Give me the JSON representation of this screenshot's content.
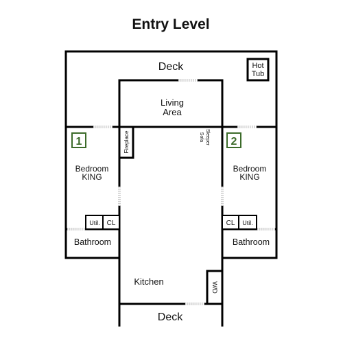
{
  "title": "Entry Level",
  "rooms": {
    "deck_top": "Deck",
    "hot_tub": [
      "Hot",
      "Tub"
    ],
    "living": [
      "Living",
      "Area"
    ],
    "sleeper_sofa": [
      "Sleeper",
      "Sofa"
    ],
    "fireplace": "Fireplace",
    "bedroom1_badge": "1",
    "bedroom1": [
      "Bedroom",
      "KING"
    ],
    "bedroom2_badge": "2",
    "bedroom2": [
      "Bedroom",
      "KING"
    ],
    "util_left": "Util.",
    "cl_left": "CL",
    "util_right": "Util.",
    "cl_right": "CL",
    "bath_left": "Bathroom",
    "bath_right": "Bathroom",
    "kitchen": "Kitchen",
    "wd": "W/D",
    "deck_bottom": "Deck"
  },
  "colors": {
    "badge": "#3c6b2a",
    "wall": "#000000"
  }
}
